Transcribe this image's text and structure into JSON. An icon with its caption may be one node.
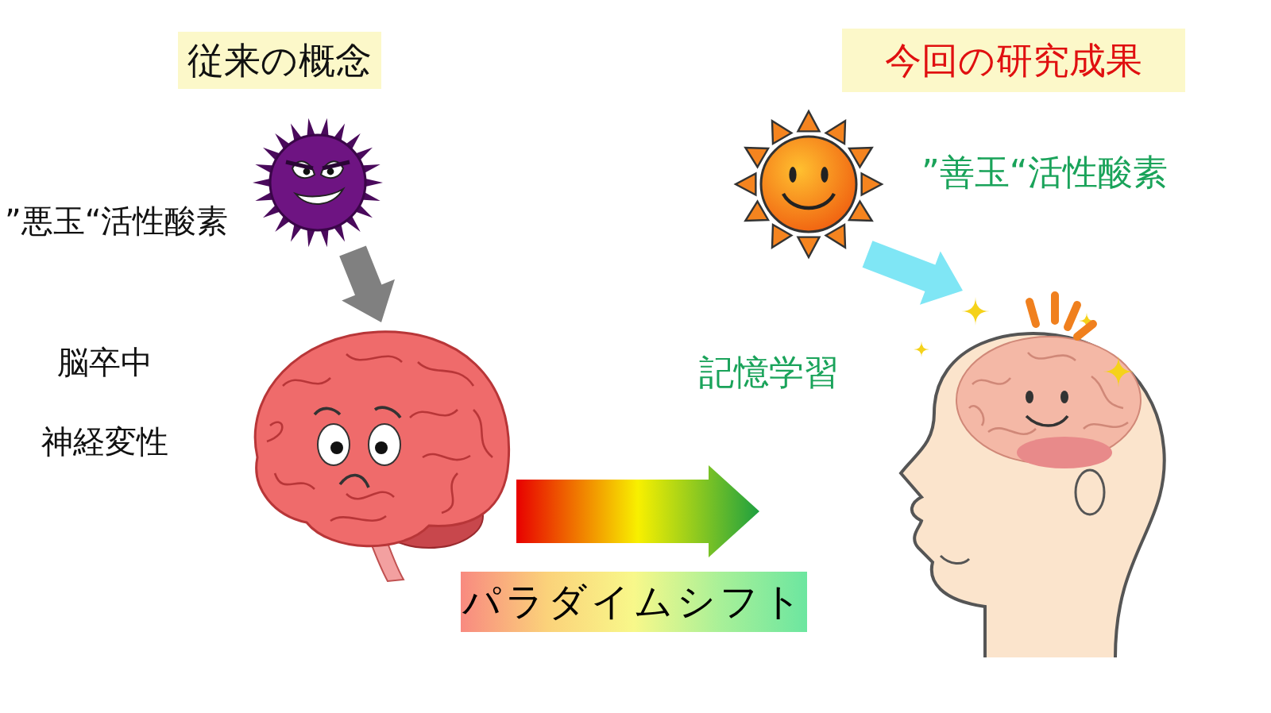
{
  "diagram": {
    "nodes": [
      {
        "text": [
          "従来の概念"
        ]
      },
      {
        "text": [
          "今回の研究成果"
        ]
      },
      {
        "text": [],
        "shape": "picture",
        "beside": [
          "”悪玉“活性酸素"
        ]
      },
      {
        "text": [],
        "shape": "picture",
        "beside": [
          "脳卒中",
          "神経変性"
        ]
      },
      {
        "text": [],
        "shape": "picture",
        "beside": [
          "”善玉“活性酸素"
        ]
      },
      {
        "text": [],
        "shape": "picture",
        "beside": [
          "記憶学習"
        ]
      }
    ],
    "edges": [
      {
        "from": 2,
        "to": 3,
        "arrow": "to",
        "style": "thick",
        "color": "#808080"
      },
      {
        "from": 3,
        "to": 5,
        "arrow": "to",
        "style": "thick",
        "label": "パラダイムシフト"
      },
      {
        "from": 4,
        "to": 5,
        "arrow": "to",
        "style": "thick",
        "color": "#7fe6f5"
      }
    ]
  }
}
